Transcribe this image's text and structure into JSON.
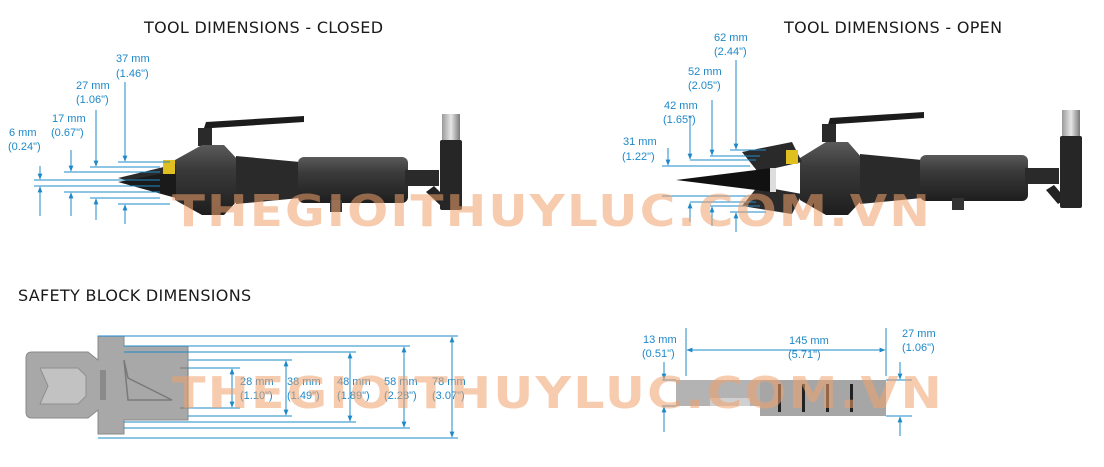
{
  "headings": {
    "closed": "TOOL DIMENSIONS - CLOSED",
    "open": "TOOL DIMENSIONS - OPEN",
    "safety": "SAFETY BLOCK DIMENSIONS"
  },
  "closed_dims": [
    {
      "mm": "6 mm",
      "in": "(0.24\")"
    },
    {
      "mm": "17 mm",
      "in": "(0.67\")"
    },
    {
      "mm": "27 mm",
      "in": "(1.06\")"
    },
    {
      "mm": "37 mm",
      "in": "(1.46\")"
    }
  ],
  "open_dims": [
    {
      "mm": "31 mm",
      "in": "(1.22\")"
    },
    {
      "mm": "42 mm",
      "in": "(1.65\")"
    },
    {
      "mm": "52 mm",
      "in": "(2.05\")"
    },
    {
      "mm": "62 mm",
      "in": "(2.44\")"
    }
  ],
  "block_dims": [
    {
      "mm": "28 mm",
      "in": "(1.10\")"
    },
    {
      "mm": "38 mm",
      "in": "(1.49\")"
    },
    {
      "mm": "48 mm",
      "in": "(1.89\")"
    },
    {
      "mm": "58 mm",
      "in": "(2.28\")"
    },
    {
      "mm": "78 mm",
      "in": "(3.07\")"
    }
  ],
  "side_dims": [
    {
      "mm": "13 mm",
      "in": "(0.51\")"
    },
    {
      "mm": "145 mm",
      "in": "(5.71\")"
    },
    {
      "mm": "27 mm",
      "in": "(1.06\")"
    }
  ],
  "watermark": "THEGIOITHUYLUC.COM.VN",
  "colors": {
    "dimension": "#1e88c8",
    "tool": "#2e2e2e",
    "block": "#a8a8a8",
    "watermark": "#f0a26c"
  }
}
